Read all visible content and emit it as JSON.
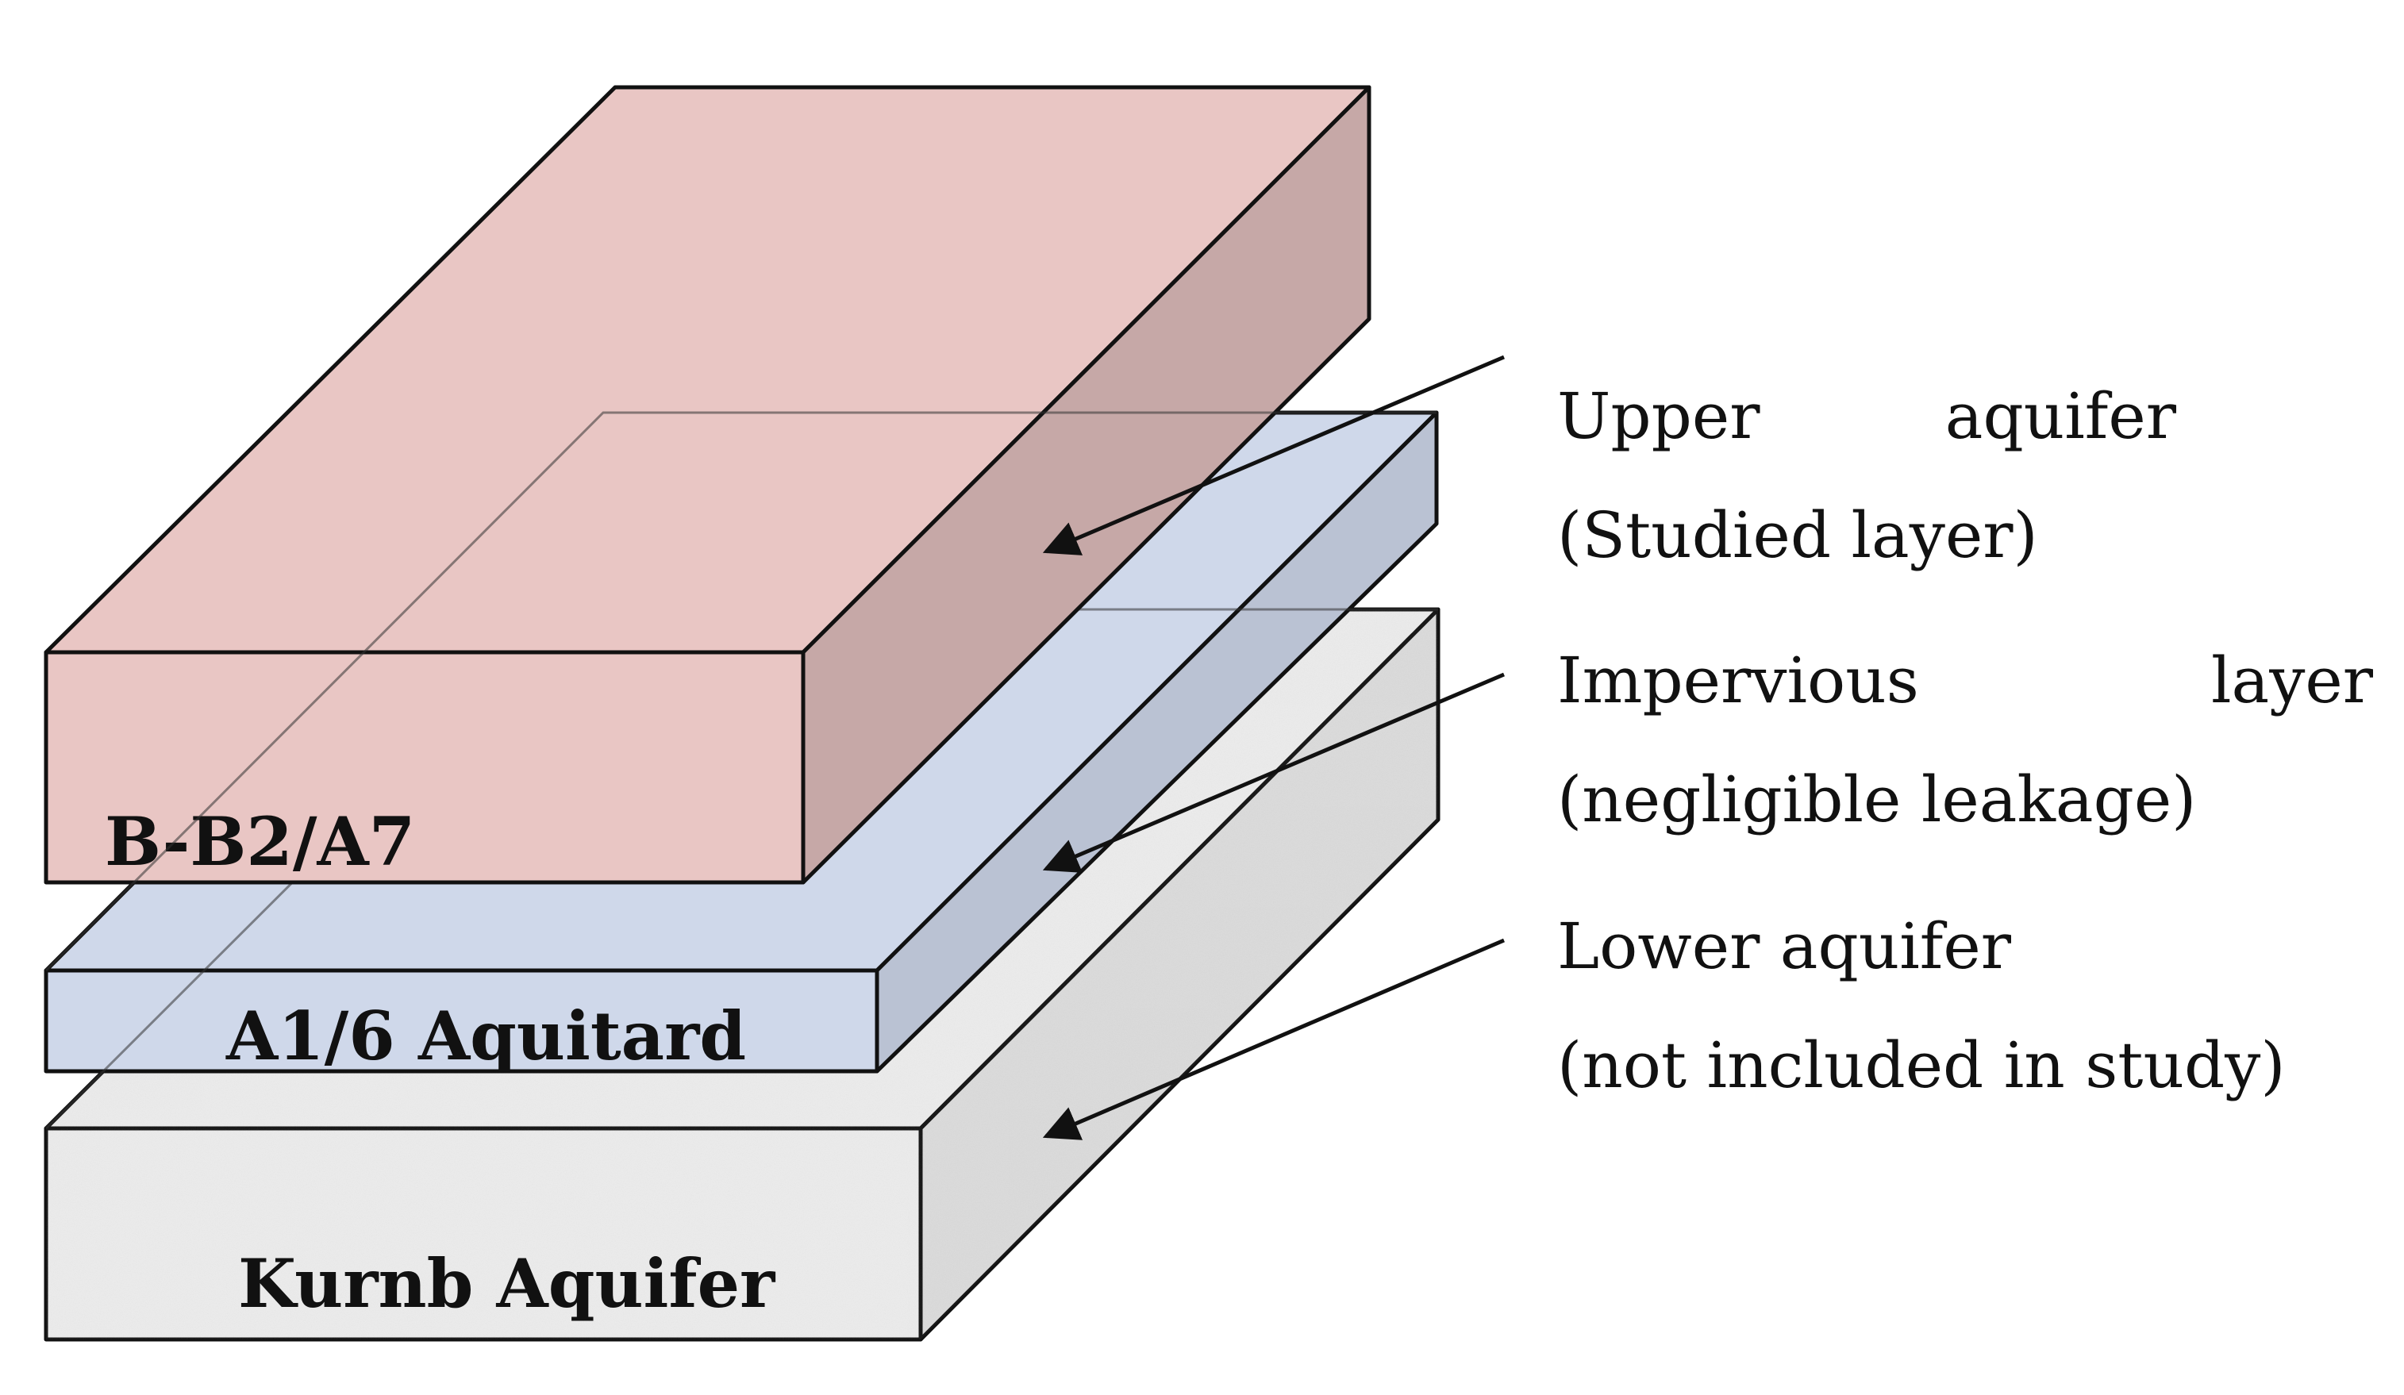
{
  "layers": {
    "upper": {
      "label": "B-B2/A7",
      "color": "#e9c6c4"
    },
    "aquitard": {
      "label": "A1/6 Aquitard",
      "color": "#cfd8ea"
    },
    "lower": {
      "label": "Kurnb Aquifer",
      "color": "#ececec"
    }
  },
  "annotations": {
    "upper": {
      "line1_left": "Upper",
      "line1_right": "aquifer",
      "line2": "(Studied layer)"
    },
    "aquitard": {
      "line1_left": "Impervious",
      "line1_right": "layer",
      "line2": "(negligible leakage)"
    },
    "lower": {
      "line1": "Lower aquifer",
      "line2": "(not included in study)"
    }
  }
}
